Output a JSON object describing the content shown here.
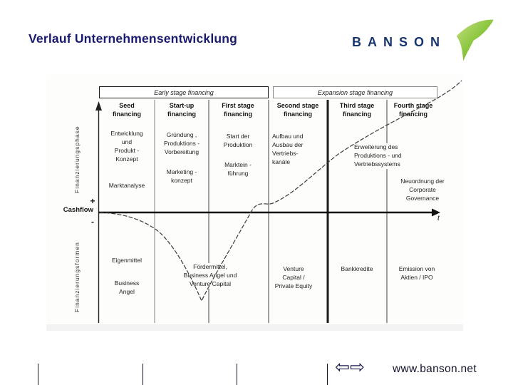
{
  "title": "Verlauf Unternehmensentwicklung",
  "logo": {
    "text": "BANSON"
  },
  "colors": {
    "title_navy": "#1a1a6e",
    "logo_navy": "#17356e",
    "logo_green_light": "#b9da72",
    "logo_green_dark": "#64a70b",
    "diagram_ink": "#222222"
  },
  "diagram": {
    "stage_groups": [
      {
        "label": "Early stage financing"
      },
      {
        "label": "Expansion stage financing"
      }
    ],
    "columns": [
      {
        "header": "Seed\nfinancing"
      },
      {
        "header": "Start-up\nfinancing"
      },
      {
        "header": "First stage\nfinancing"
      },
      {
        "header": "Second stage\nfinancing"
      },
      {
        "header": "Third stage\nfinancing"
      },
      {
        "header": "Fourth stage\nfinancing"
      }
    ],
    "phase_notes": {
      "col1_a": "Entwicklung\nund\nProdukt -\nKonzept",
      "col1_b": "Marktanalyse",
      "col2_a": "Gründung ,\nProduktions -\nVorbereitung",
      "col2_b": "Marketing -\nkonzept",
      "col3_a": "Start der\nProduktion",
      "col3_b": "Marktein -\nführung",
      "col4": "Aufbau und\nAusbau der\nVertriebs-\nkanäle",
      "col5": "Erweiterung des\nProduktions - und\nVertriebssystems",
      "col6": "Neuordnung der\nCorporate\nGovernance"
    },
    "financing_notes": {
      "col1_a": "Eigenmittel",
      "col1_b": "Business\nAngel",
      "col23": "Fördermittel,\nBusiness Angel und\nVenture Capital",
      "col4": "Venture\nCapital /\nPrivate Equity",
      "col5": "Bankkredite",
      "col6": "Emission von\nAktien / IPO"
    },
    "axes": {
      "phase_axis": "Finanzierungsphase",
      "forms_axis": "Finanzierungsformen",
      "cashflow": "Cashflow",
      "plus": "+",
      "minus": "-",
      "time": "t"
    }
  },
  "footer": {
    "url": "www.banson.net",
    "back_arrow": "⇦",
    "forward_arrow": "⇨"
  }
}
